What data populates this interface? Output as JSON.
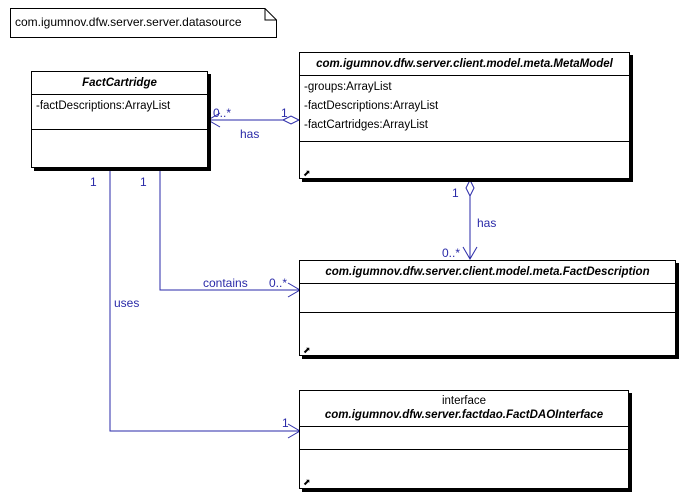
{
  "package_note": "com.igumnov.dfw.server.server.datasource",
  "classes": {
    "fact_cartridge": {
      "name": "FactCartridge",
      "attributes": [
        "-factDescriptions:ArrayList"
      ]
    },
    "meta_model": {
      "name": "com.igumnov.dfw.server.client.model.meta.MetaModel",
      "attributes": [
        "-groups:ArrayList",
        "-factDescriptions:ArrayList",
        "-factCartridges:ArrayList"
      ]
    },
    "fact_description": {
      "name": "com.igumnov.dfw.server.client.model.meta.FactDescription",
      "attributes": []
    },
    "fact_dao_interface": {
      "stereotype": "interface",
      "name": "com.igumnov.dfw.server.factdao.FactDAOInterface",
      "attributes": []
    }
  },
  "associations": {
    "metamodel_factcartridge": {
      "label": "has",
      "source_mult": "1",
      "target_mult": "0..*"
    },
    "metamodel_factdescription": {
      "label": "has",
      "source_mult": "1",
      "target_mult": "0..*"
    },
    "factcartridge_factdescription": {
      "label": "contains",
      "source_mult": "1",
      "target_mult": "0..*"
    },
    "factcartridge_factdao": {
      "label": "uses",
      "source_mult": "1",
      "target_mult": "1"
    }
  },
  "corner_glyph": "⬈",
  "link_color": "#2a2aa8"
}
